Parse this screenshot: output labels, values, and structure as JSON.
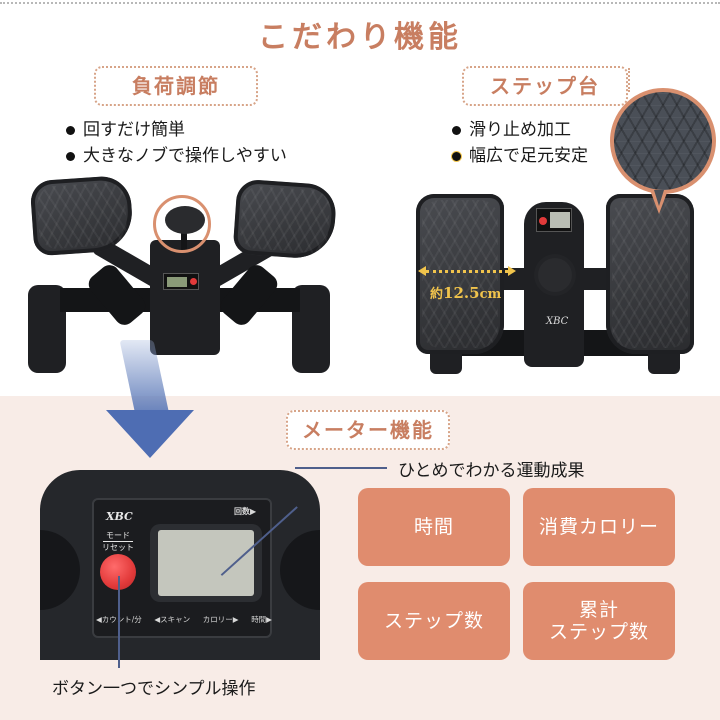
{
  "header": {
    "title": "こだわり機能"
  },
  "sections": {
    "load": {
      "label": "負荷調節",
      "bullets": [
        "回すだけ簡単",
        "大きなノブで操作しやすい"
      ]
    },
    "step": {
      "label": "ステップ台",
      "bullets": [
        "滑り止め加工",
        "幅広で足元安定"
      ],
      "measure_prefix": "約",
      "measure_value": "12.5",
      "measure_unit": "cm"
    },
    "meter": {
      "label": "メーター機能",
      "caption_top": "ひとめでわかる運動成果",
      "caption_bottom": "ボタン一つでシンプル操作",
      "panel": {
        "logo": "XBC",
        "mode_top": "モード",
        "mode_bottom": "リセット",
        "kaisu": "回数▶",
        "bottom_labels": [
          "◀カウント/分",
          "◀スキャン",
          "カロリー▶",
          "時間▶"
        ]
      },
      "tiles": [
        {
          "label": "時間"
        },
        {
          "label": "消費カロリー"
        },
        {
          "label": "ステップ数"
        },
        {
          "label": "累計\nステップ数",
          "line1": "累計",
          "line2": "ステップ数"
        }
      ]
    }
  },
  "colors": {
    "accent": "#c87e61",
    "tile": "#e08c6e",
    "pink_bg": "#f8ece7",
    "highlight": "#d9906f",
    "arrow": "#4e6db3",
    "measure": "#f1c44c"
  }
}
